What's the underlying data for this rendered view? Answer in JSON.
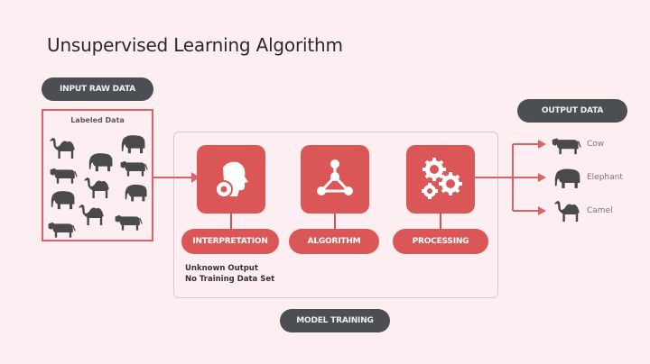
{
  "title": "Unsupervised Learning Algorithm",
  "input": {
    "pill_label": "INPUT RAW DATA",
    "box_title": "Labeled Data",
    "animals": [
      "camel",
      "elephant",
      "elephant",
      "cow",
      "cow",
      "cow",
      "camel",
      "elephant",
      "elephant",
      "camel",
      "cow",
      "cow"
    ]
  },
  "model": {
    "steps": [
      {
        "label": "INTERPRETATION",
        "icon": "head-gear-icon"
      },
      {
        "label": "ALGORITHM",
        "icon": "network-nodes-icon"
      },
      {
        "label": "PROCESSING",
        "icon": "gears-icon"
      }
    ],
    "note_line1": "Unknown Output",
    "note_line2": "No Training Data Set",
    "pill_label": "MODEL TRAINING"
  },
  "output": {
    "pill_label": "OUTPUT DATA",
    "items": [
      {
        "label": "Cow",
        "icon": "cow-icon"
      },
      {
        "label": "Elephant",
        "icon": "elephant-icon"
      },
      {
        "label": "Camel",
        "icon": "camel-icon"
      }
    ]
  },
  "colors": {
    "background": "#fdeef1",
    "accent_red": "#db5656",
    "dark_pill": "#4b4f53",
    "animal": "#4a4a4a"
  }
}
